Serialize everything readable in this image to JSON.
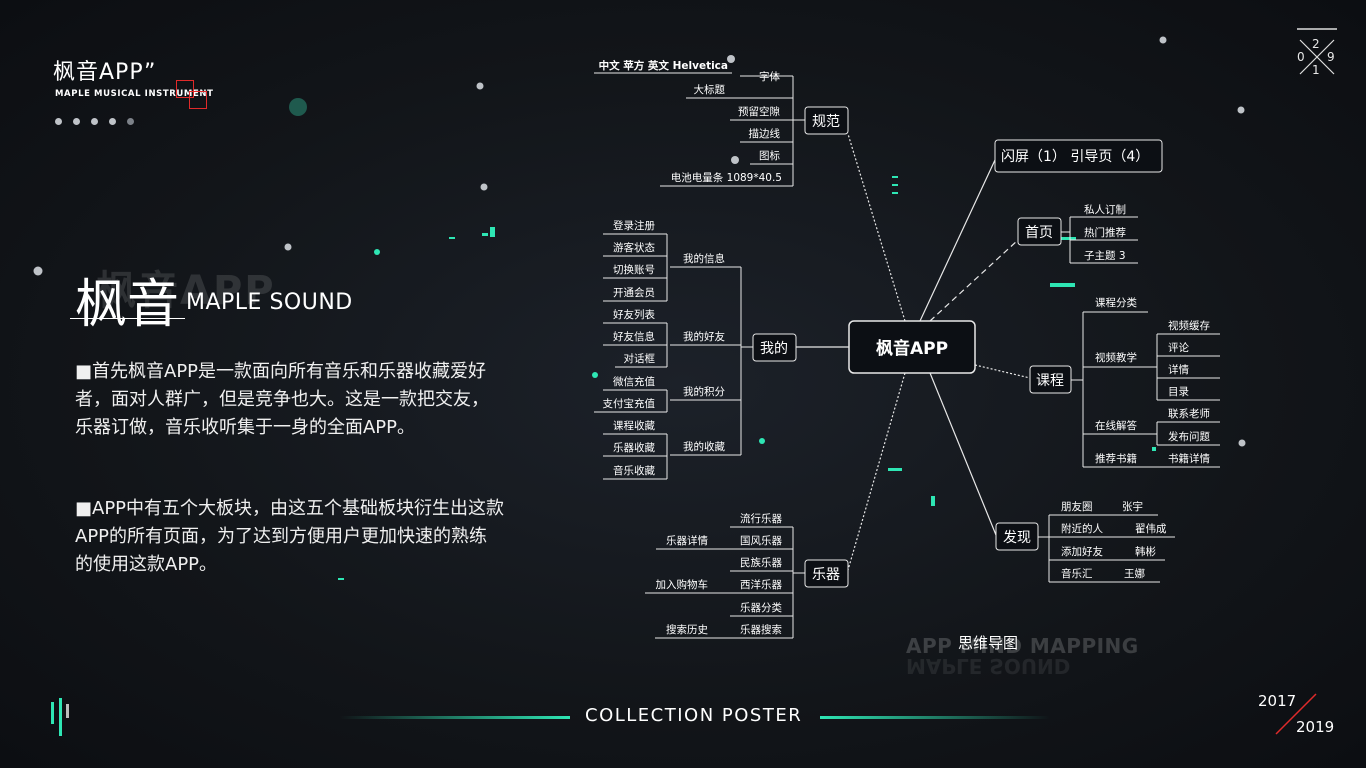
{
  "brand": {
    "title": "枫音APP”",
    "subtitle": "MAPLE MUSICAL INSTRUMENT"
  },
  "hero": {
    "ghost": "枫音APP",
    "title_cn": "枫音",
    "title_en": "MAPLE SOUND"
  },
  "paragraphs": [
    "■首先枫音APP是一款面向所有音乐和乐器收藏爱好者，面对人群广，但是竞争也大。这是一款把交友，乐器订做，音乐收听集于一身的全面APP。",
    "■APP中有五个大板块，由这五个基础板块衍生出这款APP的所有页面，为了达到方便用户更加快速的熟练的使用这款APP。"
  ],
  "corner": {
    "d1": "2",
    "d2": "0",
    "d3": "9",
    "d4": "1"
  },
  "years": {
    "start": "2017",
    "end": "2019"
  },
  "footer": {
    "text": "COLLECTION POSTER"
  },
  "mindmap": {
    "ghost": "APP MIND MAPPING",
    "ghost2": "MAPLE SOUND",
    "title": "思维导图",
    "hub": "枫音APP",
    "branches": {
      "guifan": {
        "label": "规范",
        "children": [
          "字体",
          "大标题",
          "预留空隙",
          "描边线",
          "图标",
          "电池电量条 1089*40.5"
        ],
        "font_note": "中文 苹方 英文 Helvetica"
      },
      "splash": {
        "label": "闪屏（1） 引导页（4）"
      },
      "home": {
        "label": "首页",
        "children": [
          "私人订制",
          "热门推荐",
          "子主题 3"
        ]
      },
      "course": {
        "label": "课程",
        "children": [
          "课程分类",
          "视频教学",
          "在线解答",
          "推荐书籍"
        ],
        "video": [
          "视频缓存",
          "评论",
          "详情",
          "目录"
        ],
        "answer": [
          "联系老师",
          "发布问题"
        ],
        "books": [
          "书籍详情"
        ]
      },
      "discover": {
        "label": "发现",
        "children": [
          "朋友圈",
          "附近的人",
          "添加好友",
          "音乐汇"
        ],
        "people": [
          "张宇",
          "翟伟成",
          "韩彬",
          "王娜"
        ]
      },
      "instrument": {
        "label": "乐器",
        "children": [
          "流行乐器",
          "国风乐器",
          "民族乐器",
          "西洋乐器",
          "乐器分类",
          "乐器搜索"
        ],
        "extra": [
          "乐器详情",
          "加入购物车",
          "搜索历史"
        ]
      },
      "mine": {
        "label": "我的",
        "groups": [
          "我的信息",
          "我的好友",
          "我的积分",
          "我的收藏"
        ],
        "info": [
          "登录注册",
          "游客状态",
          "切换账号",
          "开通会员"
        ],
        "friends": [
          "好友列表",
          "好友信息",
          "对话框"
        ],
        "points": [
          "微信充值",
          "支付宝充值"
        ],
        "collect": [
          "课程收藏",
          "乐器收藏",
          "音乐收藏"
        ]
      }
    }
  },
  "colors": {
    "accent": "#2ee6b4",
    "red": "#e02a2a",
    "bg": "#121519"
  }
}
